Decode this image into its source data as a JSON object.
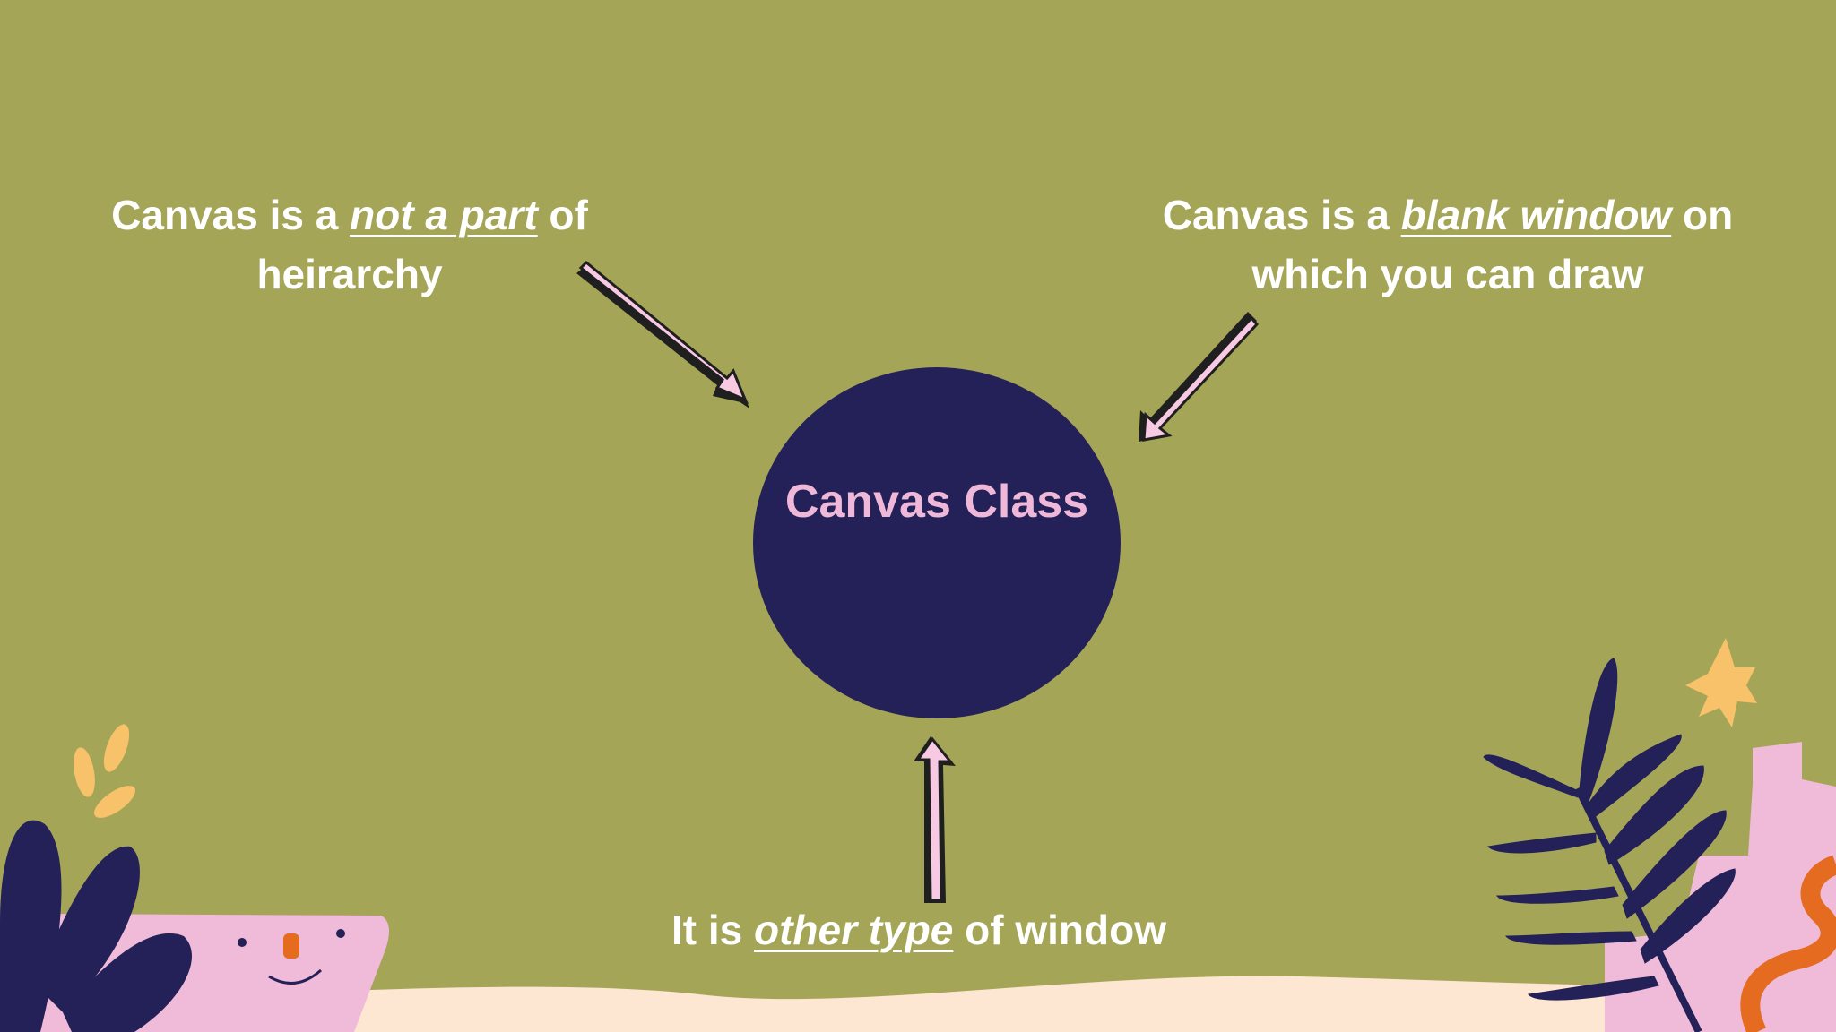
{
  "center": {
    "label": "Canvas Class"
  },
  "note_left": {
    "pre": "Canvas is a ",
    "emph": "not a part",
    "post": " of",
    "line2": "heirarchy"
  },
  "note_right": {
    "pre": "Canvas is a ",
    "emph": "blank window",
    "post": " on",
    "line2": "which you can draw"
  },
  "note_bottom": {
    "pre": "It is ",
    "emph": "other type",
    "post": " of window"
  },
  "colors": {
    "background": "#a4a557",
    "circle": "#232158",
    "circle_text": "#efb8d8",
    "arrow_fill": "#f8c9e3",
    "text": "#ffffff"
  }
}
